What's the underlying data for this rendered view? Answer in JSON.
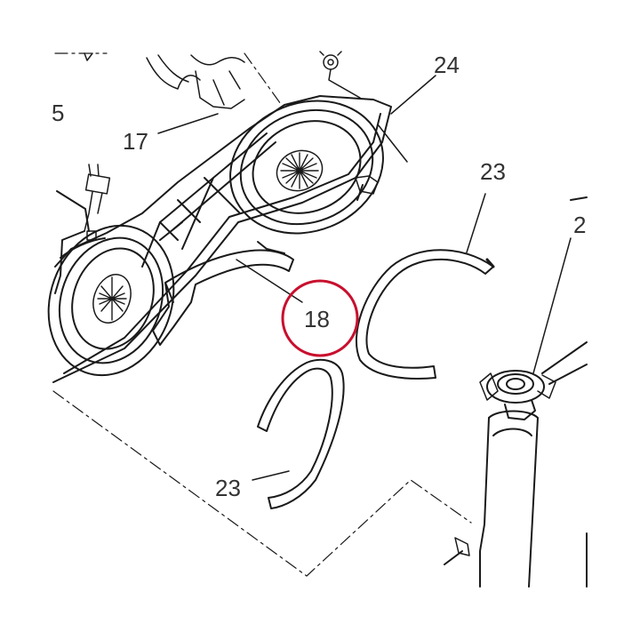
{
  "diagram": {
    "labels": {
      "part_5": "5",
      "part_17": "17",
      "part_24": "24",
      "part_23_top": "23",
      "part_23_bottom": "23",
      "part_18": "18",
      "part_2_partial": "2"
    },
    "highlight_color": "#c8102e",
    "line_color": "#1a1a1a",
    "label_color": "#333333"
  }
}
